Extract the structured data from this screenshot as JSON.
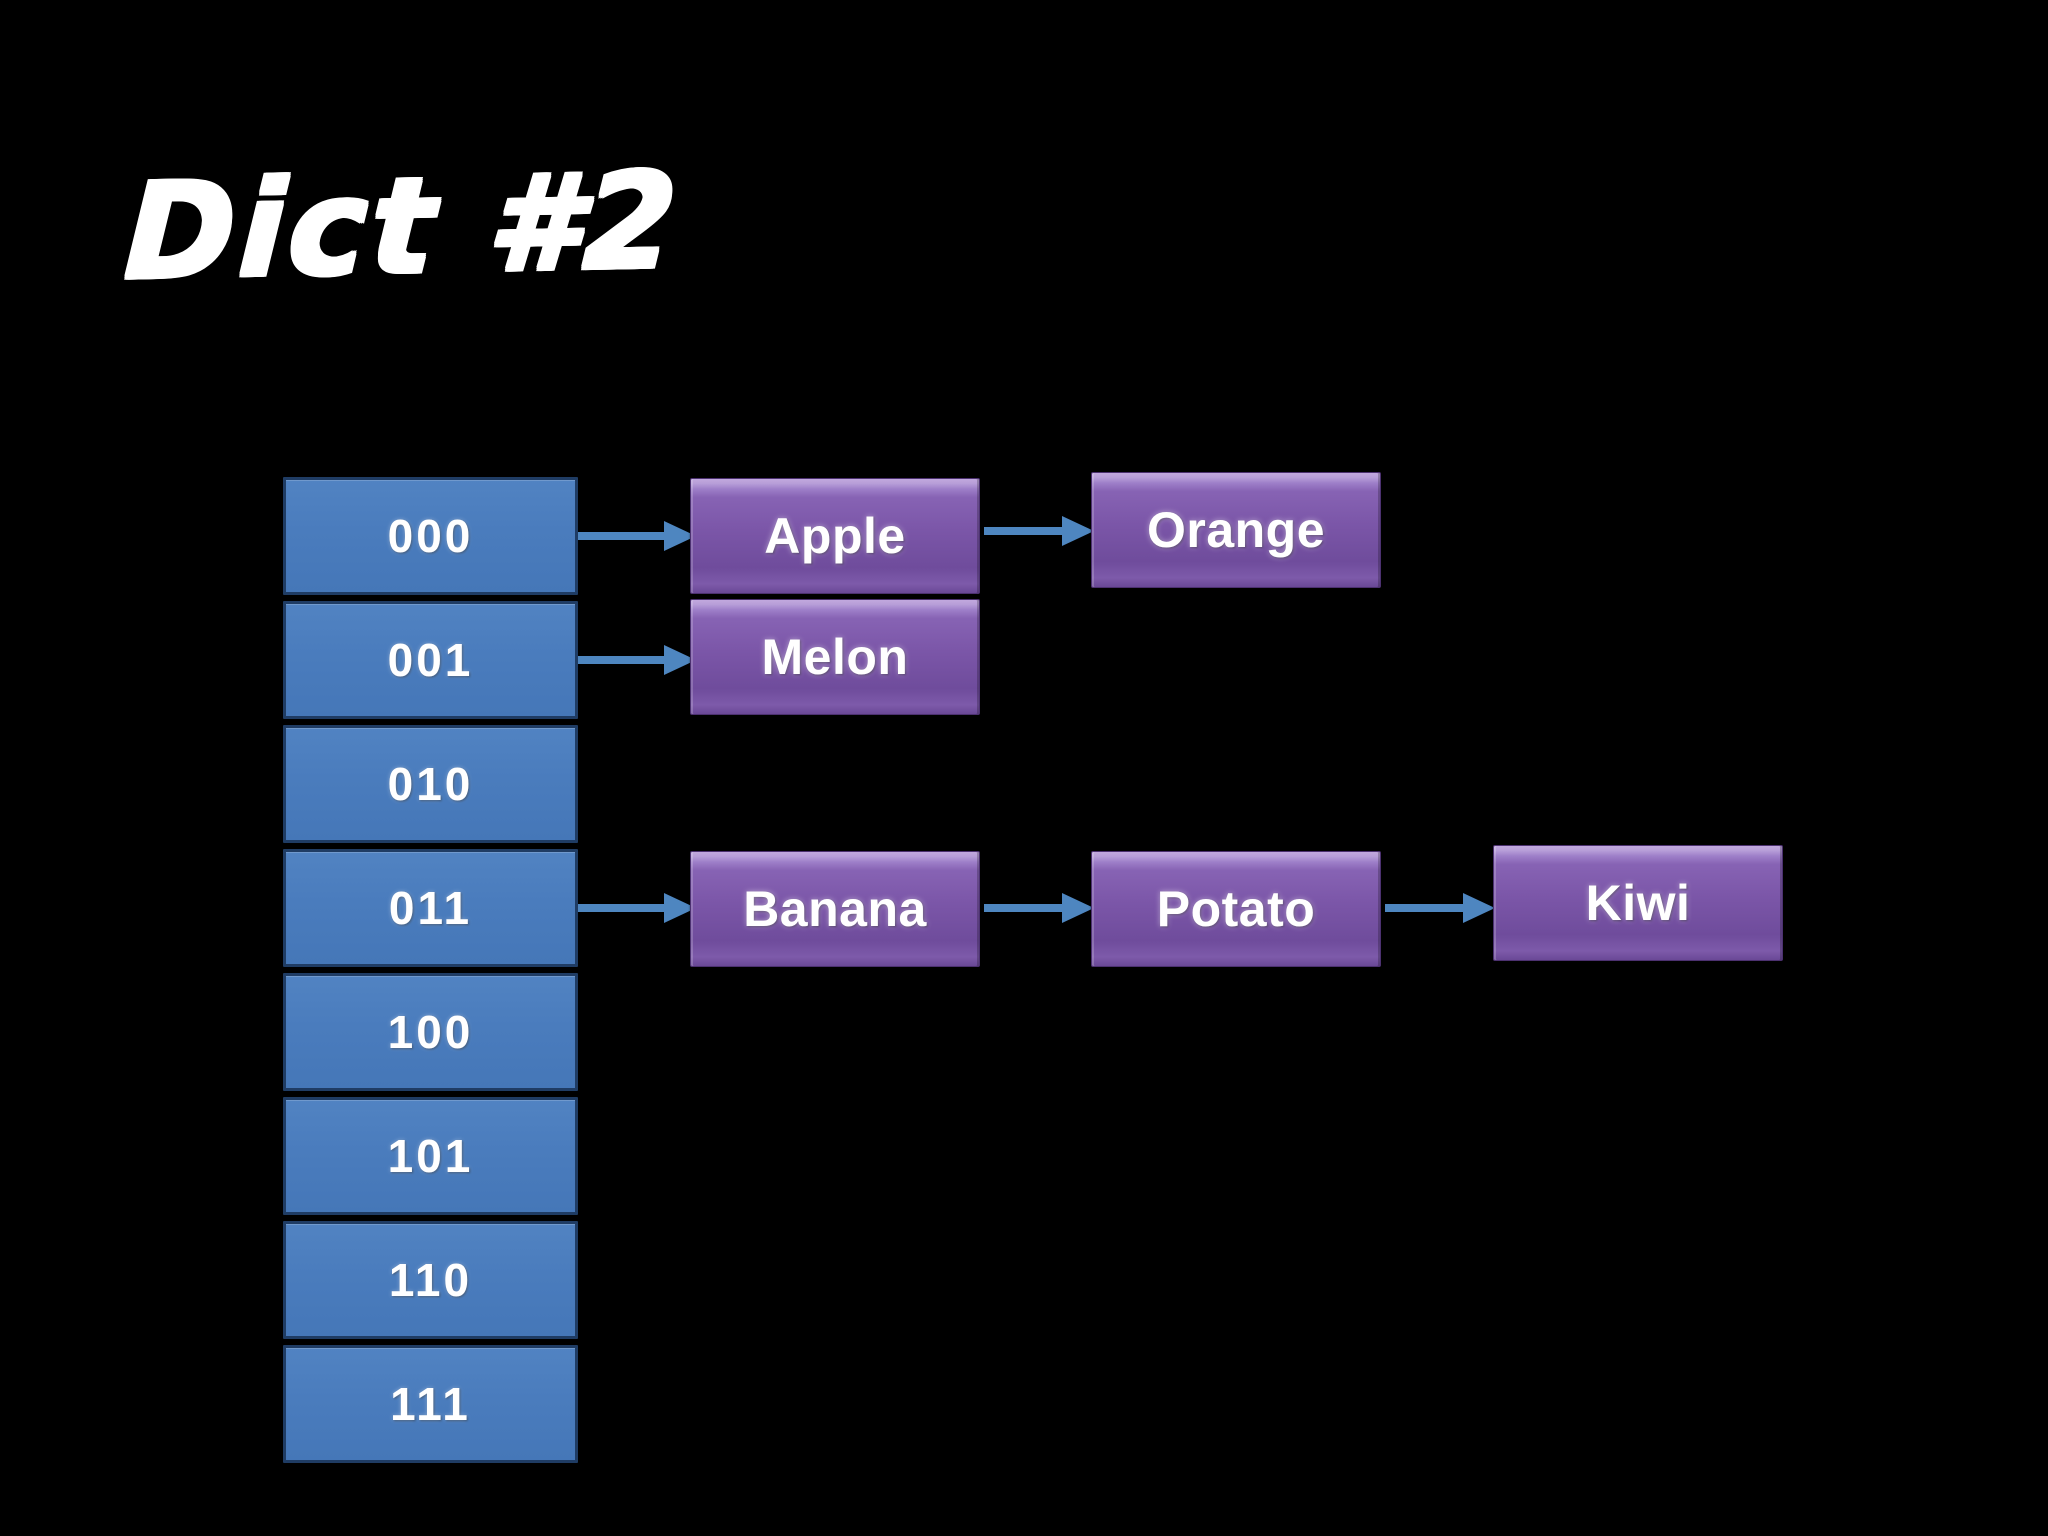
{
  "slide": {
    "title": "Dict #2",
    "background_color": "#000000"
  },
  "colors": {
    "cell_blue": "#4A7CBD",
    "cell_border": "#1F3C64",
    "node_purple": "#7B56A8",
    "node_bevel_highlight": "#C1A8DE",
    "arrow_blue": "#4E86C0",
    "text_white": "#FFFFFF"
  },
  "hash_table": {
    "name": "hash-table",
    "cells": [
      {
        "index": 0,
        "label": "000",
        "has_chain": true
      },
      {
        "index": 1,
        "label": "001",
        "has_chain": true
      },
      {
        "index": 2,
        "label": "010",
        "has_chain": false
      },
      {
        "index": 3,
        "label": "011",
        "has_chain": true
      },
      {
        "index": 4,
        "label": "100",
        "has_chain": false
      },
      {
        "index": 5,
        "label": "101",
        "has_chain": false
      },
      {
        "index": 6,
        "label": "110",
        "has_chain": false
      },
      {
        "index": 7,
        "label": "111",
        "has_chain": false
      }
    ]
  },
  "chains": [
    {
      "bucket": "000",
      "nodes": [
        "Apple",
        "Orange"
      ]
    },
    {
      "bucket": "001",
      "nodes": [
        "Melon"
      ]
    },
    {
      "bucket": "011",
      "nodes": [
        "Banana",
        "Potato",
        "Kiwi"
      ]
    }
  ],
  "nodes": {
    "apple": "Apple",
    "orange": "Orange",
    "melon": "Melon",
    "banana": "Banana",
    "potato": "Potato",
    "kiwi": "Kiwi"
  }
}
